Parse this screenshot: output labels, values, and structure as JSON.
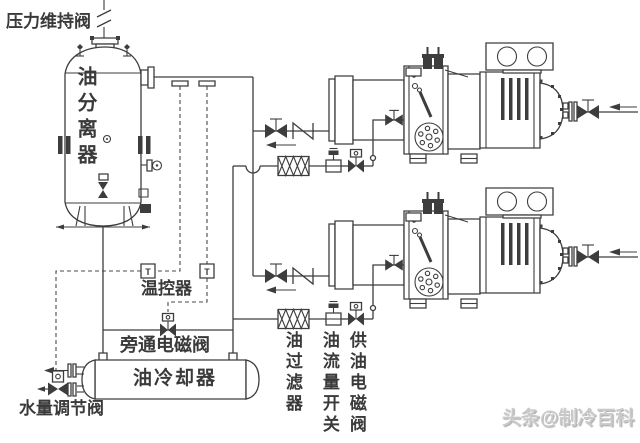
{
  "labels": {
    "pressure_maintaining_valve": "压力维持阀",
    "oil_separator": "油分离器",
    "temperature_controller": "温控器",
    "bypass_solenoid_valve": "旁通电磁阀",
    "oil_cooler": "油冷却器",
    "water_regulating_valve": "水量调节阀",
    "oil_filter": "油过滤器",
    "oil_flow_switch": "油流量开关",
    "oil_supply_solenoid_valve": "供油电磁阀",
    "temperature_sensor": "T",
    "watermark": "头条@制冷百科"
  },
  "colors": {
    "background": "#ffffff",
    "line": "#3d3d3d",
    "label_text": "#3a3a3a",
    "watermark": "#c9c9c9"
  },
  "components": [
    {
      "id": "pressure-maintaining-valve",
      "type": "valve",
      "label": "压力维持阀"
    },
    {
      "id": "oil-separator",
      "type": "vertical-vessel",
      "label": "油分离器"
    },
    {
      "id": "temperature-controller",
      "type": "sensor",
      "label": "温控器",
      "count": 2
    },
    {
      "id": "bypass-solenoid-valve",
      "type": "solenoid-valve",
      "label": "旁通电磁阀"
    },
    {
      "id": "oil-cooler",
      "type": "horizontal-vessel",
      "label": "油冷却器"
    },
    {
      "id": "water-regulating-valve",
      "type": "control-valve",
      "label": "水量调节阀"
    },
    {
      "id": "oil-filter",
      "type": "filter",
      "label": "油过滤器",
      "count": 2
    },
    {
      "id": "oil-flow-switch",
      "type": "flow-switch",
      "label": "油流量开关",
      "count": 2
    },
    {
      "id": "oil-supply-solenoid-valve",
      "type": "solenoid-valve",
      "label": "供油电磁阀",
      "count": 2
    },
    {
      "id": "screw-compressor",
      "type": "compressor",
      "count": 2
    },
    {
      "id": "discharge-shutoff-valve",
      "type": "stop-valve",
      "count": 2
    },
    {
      "id": "discharge-check-valve",
      "type": "check-valve",
      "count": 2
    },
    {
      "id": "suction-shutoff-valve",
      "type": "stop-valve",
      "count": 2
    }
  ]
}
